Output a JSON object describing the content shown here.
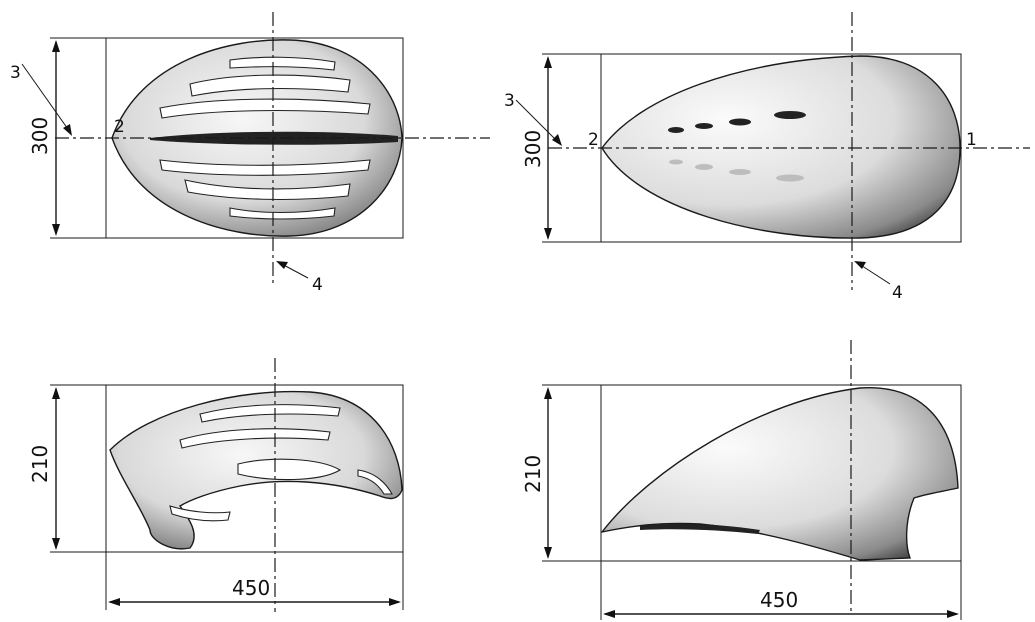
{
  "figure": {
    "views": [
      {
        "id": "vented-top",
        "labels": {
          "dim_height": "300",
          "point_left": "2",
          "arrow_axis": "3",
          "arrow_center": "4"
        }
      },
      {
        "id": "aero-top",
        "labels": {
          "dim_height": "300",
          "point_left": "2",
          "point_right": "1",
          "arrow_axis": "3",
          "arrow_center": "4"
        }
      },
      {
        "id": "vented-side",
        "labels": {
          "dim_height": "210",
          "dim_width": "450"
        }
      },
      {
        "id": "aero-side",
        "labels": {
          "dim_height": "210",
          "dim_width": "450"
        }
      }
    ]
  }
}
